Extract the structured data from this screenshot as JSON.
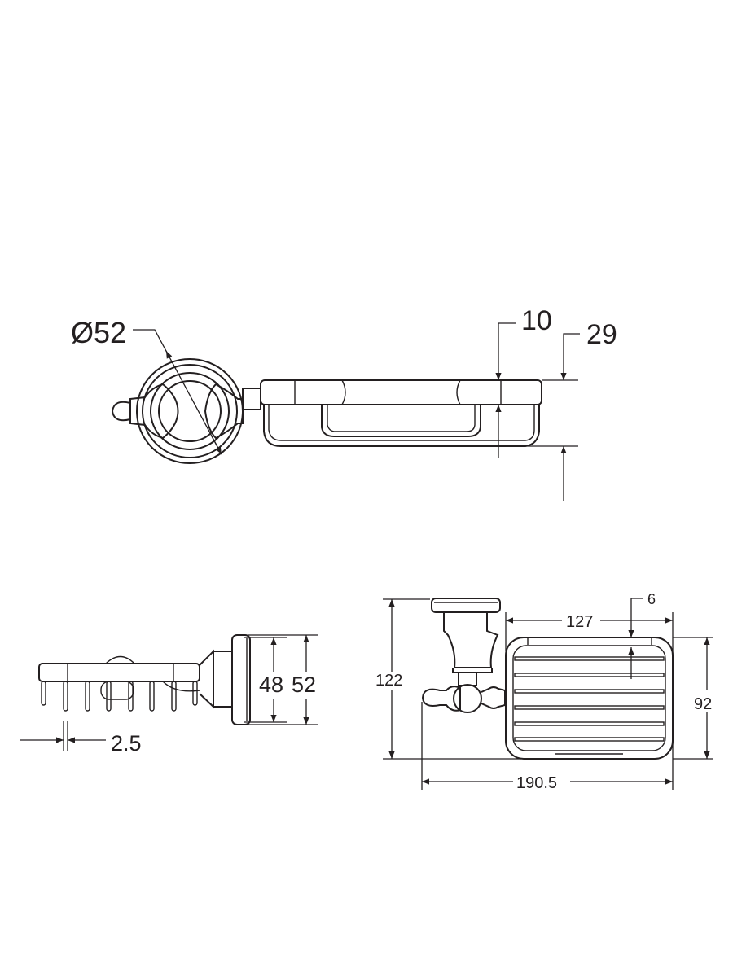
{
  "drawing": {
    "top_view": {
      "diameter_label": "Ø52",
      "dim_top_label": "10",
      "dim_height_label": "29"
    },
    "side_view": {
      "dim_inner_label": "48",
      "dim_outer_label": "52",
      "dim_prong_label": "2.5"
    },
    "front_view": {
      "dim_height_label": "122",
      "dim_basket_width_label": "127",
      "dim_gap_label": "6",
      "dim_basket_height_label": "92",
      "dim_total_width_label": "190.5"
    }
  },
  "colors": {
    "line": "#231f20",
    "background": "#ffffff"
  }
}
